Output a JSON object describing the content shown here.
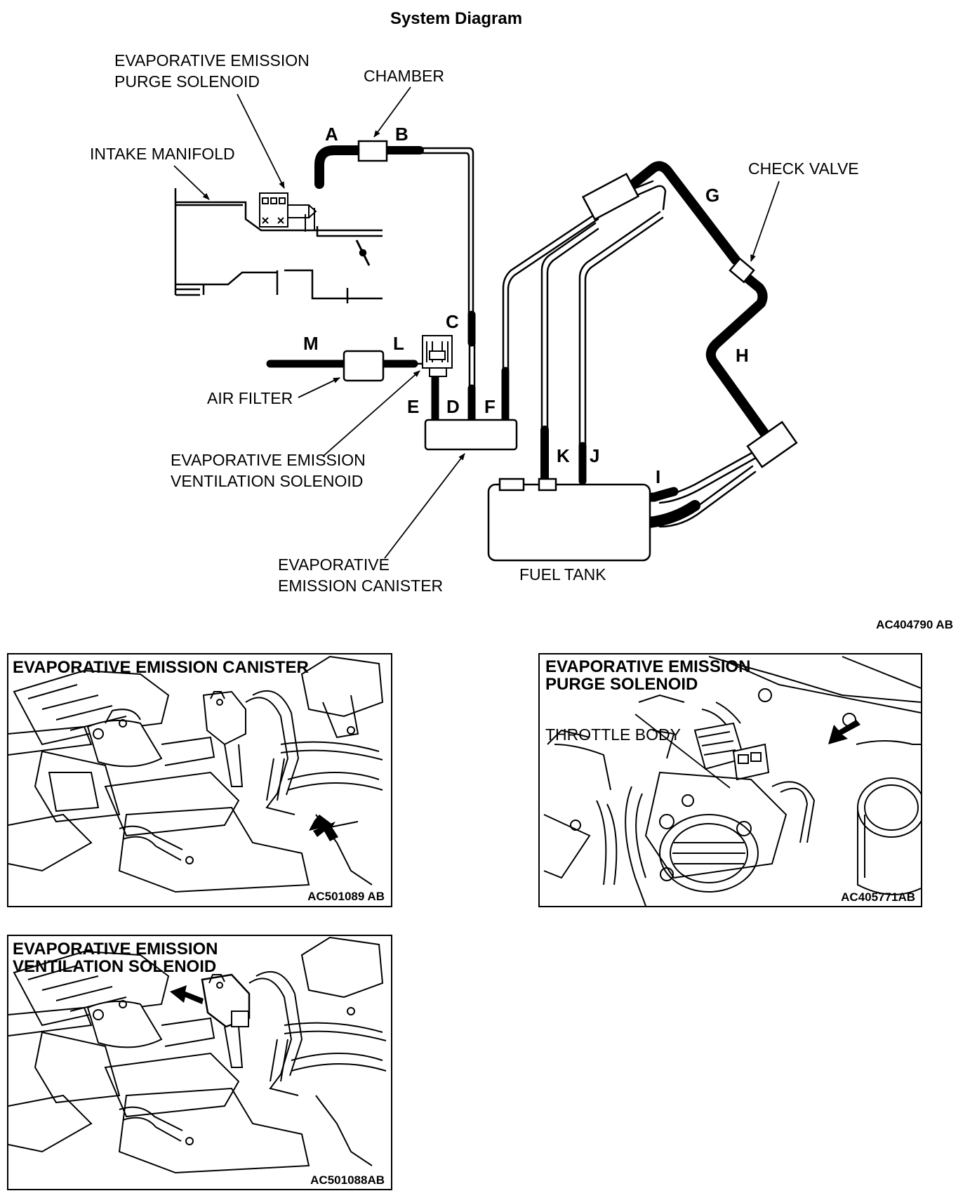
{
  "title": "System Diagram",
  "labels": {
    "purge_solenoid_1": "EVAPORATIVE EMISSION",
    "purge_solenoid_2": "PURGE SOLENOID",
    "chamber": "CHAMBER",
    "intake_manifold": "INTAKE MANIFOLD",
    "check_valve": "CHECK VALVE",
    "air_filter": "AIR FILTER",
    "vent_solenoid_1": "EVAPORATIVE EMISSION",
    "vent_solenoid_2": "VENTILATION SOLENOID",
    "canister_1": "EVAPORATIVE",
    "canister_2": "EMISSION CANISTER",
    "fuel_tank": "FUEL TANK"
  },
  "hose_letters": {
    "a": "A",
    "b": "B",
    "c": "C",
    "d": "D",
    "e": "E",
    "f": "F",
    "g": "G",
    "h": "H",
    "i": "I",
    "j": "J",
    "k": "K",
    "l": "L",
    "m": "M"
  },
  "diagram_code": "AC404790 AB",
  "panels": {
    "canister": {
      "title": "EVAPORATIVE EMISSION CANISTER",
      "code": "AC501089 AB"
    },
    "purge": {
      "title_1": "EVAPORATIVE EMISSION",
      "title_2": "PURGE SOLENOID",
      "throttle_body": "THROTTLE BODY",
      "code": "AC405771AB"
    },
    "vent": {
      "title_1": "EVAPORATIVE EMISSION",
      "title_2": "VENTILATION SOLENOID",
      "code": "AC501088AB"
    }
  },
  "colors": {
    "ink": "#000000",
    "paper": "#ffffff"
  }
}
